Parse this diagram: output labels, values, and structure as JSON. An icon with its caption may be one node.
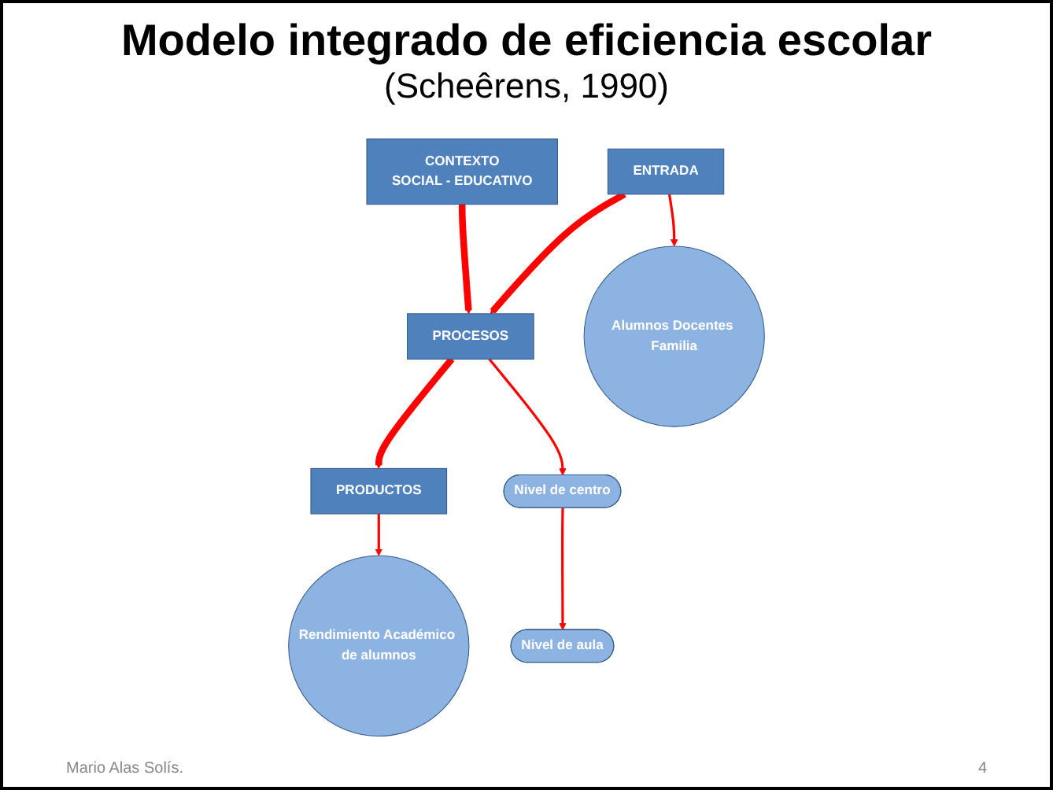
{
  "diagram": {
    "title": "Modelo integrado de eficiencia escolar",
    "nodes": [
      {
        "text": [
          "CONTEXTO",
          "SOCIAL - EDUCATIVO"
        ]
      },
      {
        "text": [
          "ENTRADA"
        ]
      },
      {
        "text": [
          "PROCESOS"
        ]
      },
      {
        "text": [
          "PRODUCTOS"
        ]
      },
      {
        "text": [
          "Alumnos Docentes Familia"
        ]
      },
      {
        "text": [
          "Nivel de centro"
        ]
      },
      {
        "text": [
          "Nivel de aula"
        ]
      },
      {
        "text": [
          "Rendimiento Académico de alumnos"
        ]
      }
    ],
    "edges": [
      {
        "from": 0,
        "to": 2,
        "arrow": "to",
        "style": "thick"
      },
      {
        "from": 1,
        "to": 2,
        "arrow": "to",
        "style": "thick"
      },
      {
        "from": 2,
        "to": 3,
        "arrow": "to",
        "style": "thick"
      },
      {
        "from": 1,
        "to": 4,
        "arrow": "to"
      },
      {
        "from": 2,
        "to": 5,
        "arrow": "to"
      },
      {
        "from": 5,
        "to": 6,
        "arrow": "to"
      },
      {
        "from": 3,
        "to": 7,
        "arrow": "to"
      }
    ],
    "labels": [
      "(Scheêrens, 1990)",
      "Mario Alas Solís.",
      "4"
    ]
  }
}
